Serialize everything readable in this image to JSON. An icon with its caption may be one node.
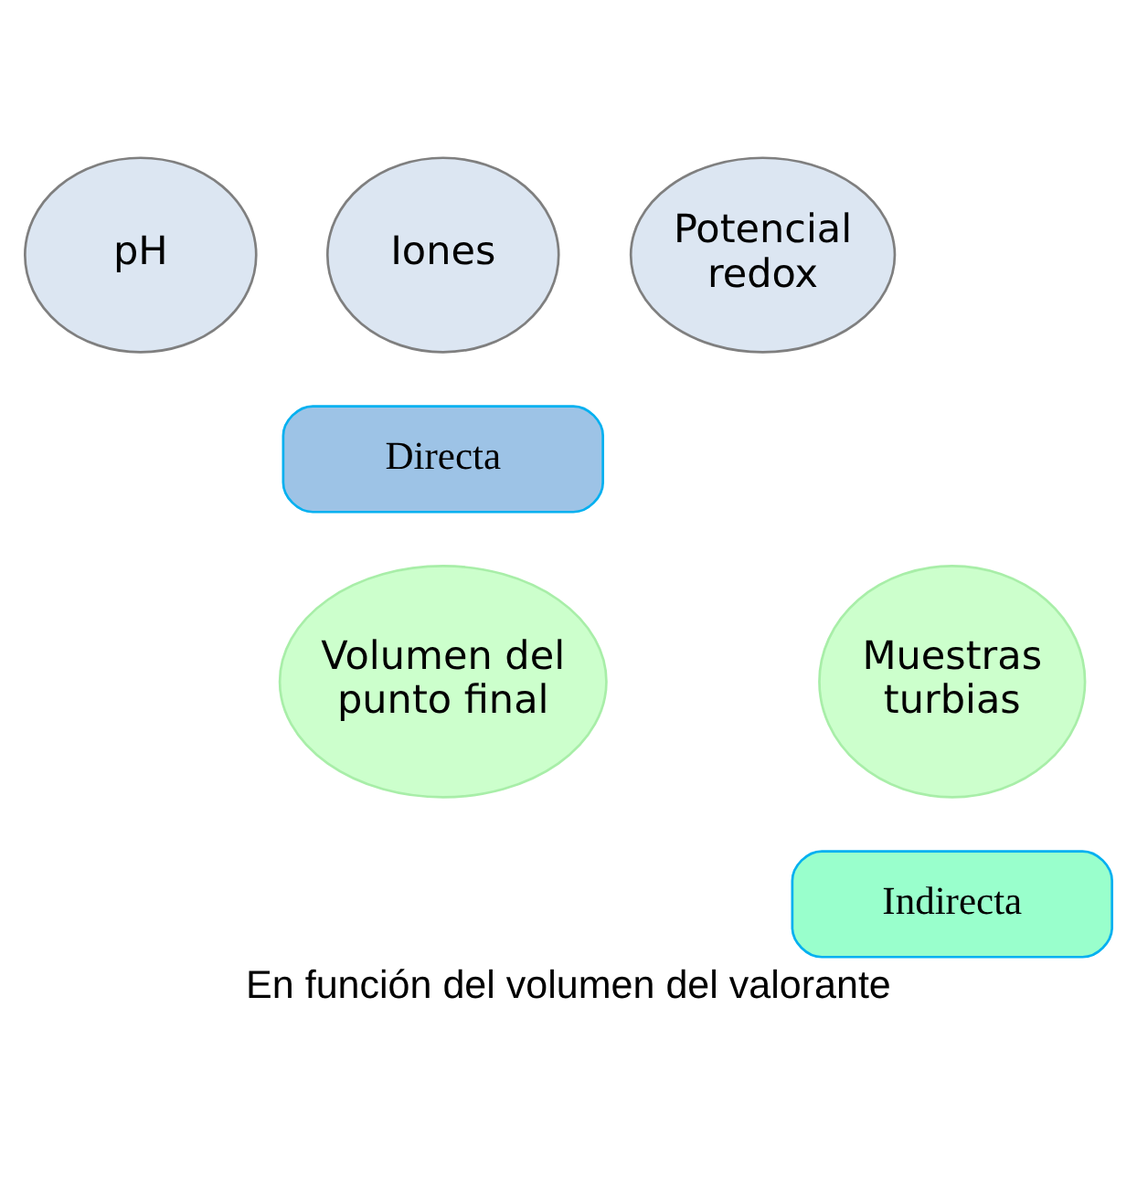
{
  "diagram": {
    "caption": "En función del volumen del valorante",
    "nodes": [
      {
        "text": [
          "pH"
        ]
      },
      {
        "text": [
          "Iones"
        ]
      },
      {
        "text": [
          "Potencial redox"
        ]
      },
      {
        "text": [
          "Directa"
        ]
      },
      {
        "text": [
          "Volumen del punto final"
        ]
      },
      {
        "text": [
          "Muestras turbias"
        ]
      },
      {
        "text": [
          "Indirecta"
        ]
      }
    ],
    "edges": []
  }
}
